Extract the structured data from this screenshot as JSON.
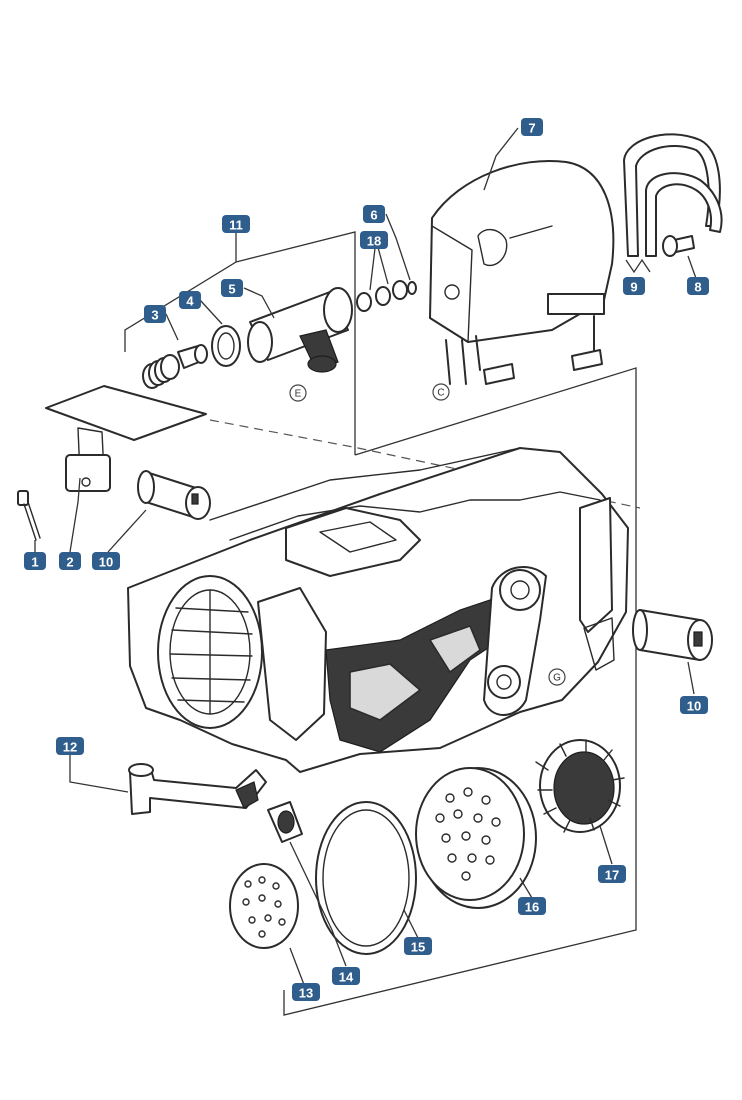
{
  "colors": {
    "badge": "#2f5d8c",
    "line": "#2b2b2b"
  },
  "callouts": [
    {
      "id": "c1",
      "label": "1"
    },
    {
      "id": "c2",
      "label": "2"
    },
    {
      "id": "c3",
      "label": "3"
    },
    {
      "id": "c4",
      "label": "4"
    },
    {
      "id": "c5",
      "label": "5"
    },
    {
      "id": "c6",
      "label": "6"
    },
    {
      "id": "c7",
      "label": "7"
    },
    {
      "id": "c8",
      "label": "8"
    },
    {
      "id": "c9",
      "label": "9"
    },
    {
      "id": "c10a",
      "label": "10"
    },
    {
      "id": "c10b",
      "label": "10"
    },
    {
      "id": "c11",
      "label": "11"
    },
    {
      "id": "c12",
      "label": "12"
    },
    {
      "id": "c13",
      "label": "13"
    },
    {
      "id": "c14",
      "label": "14"
    },
    {
      "id": "c15",
      "label": "15"
    },
    {
      "id": "c16",
      "label": "16"
    },
    {
      "id": "c17",
      "label": "17"
    },
    {
      "id": "c18",
      "label": "18"
    }
  ],
  "letters": [
    {
      "id": "lE",
      "label": "E"
    },
    {
      "id": "lC",
      "label": "C"
    },
    {
      "id": "lG",
      "label": "G"
    }
  ]
}
